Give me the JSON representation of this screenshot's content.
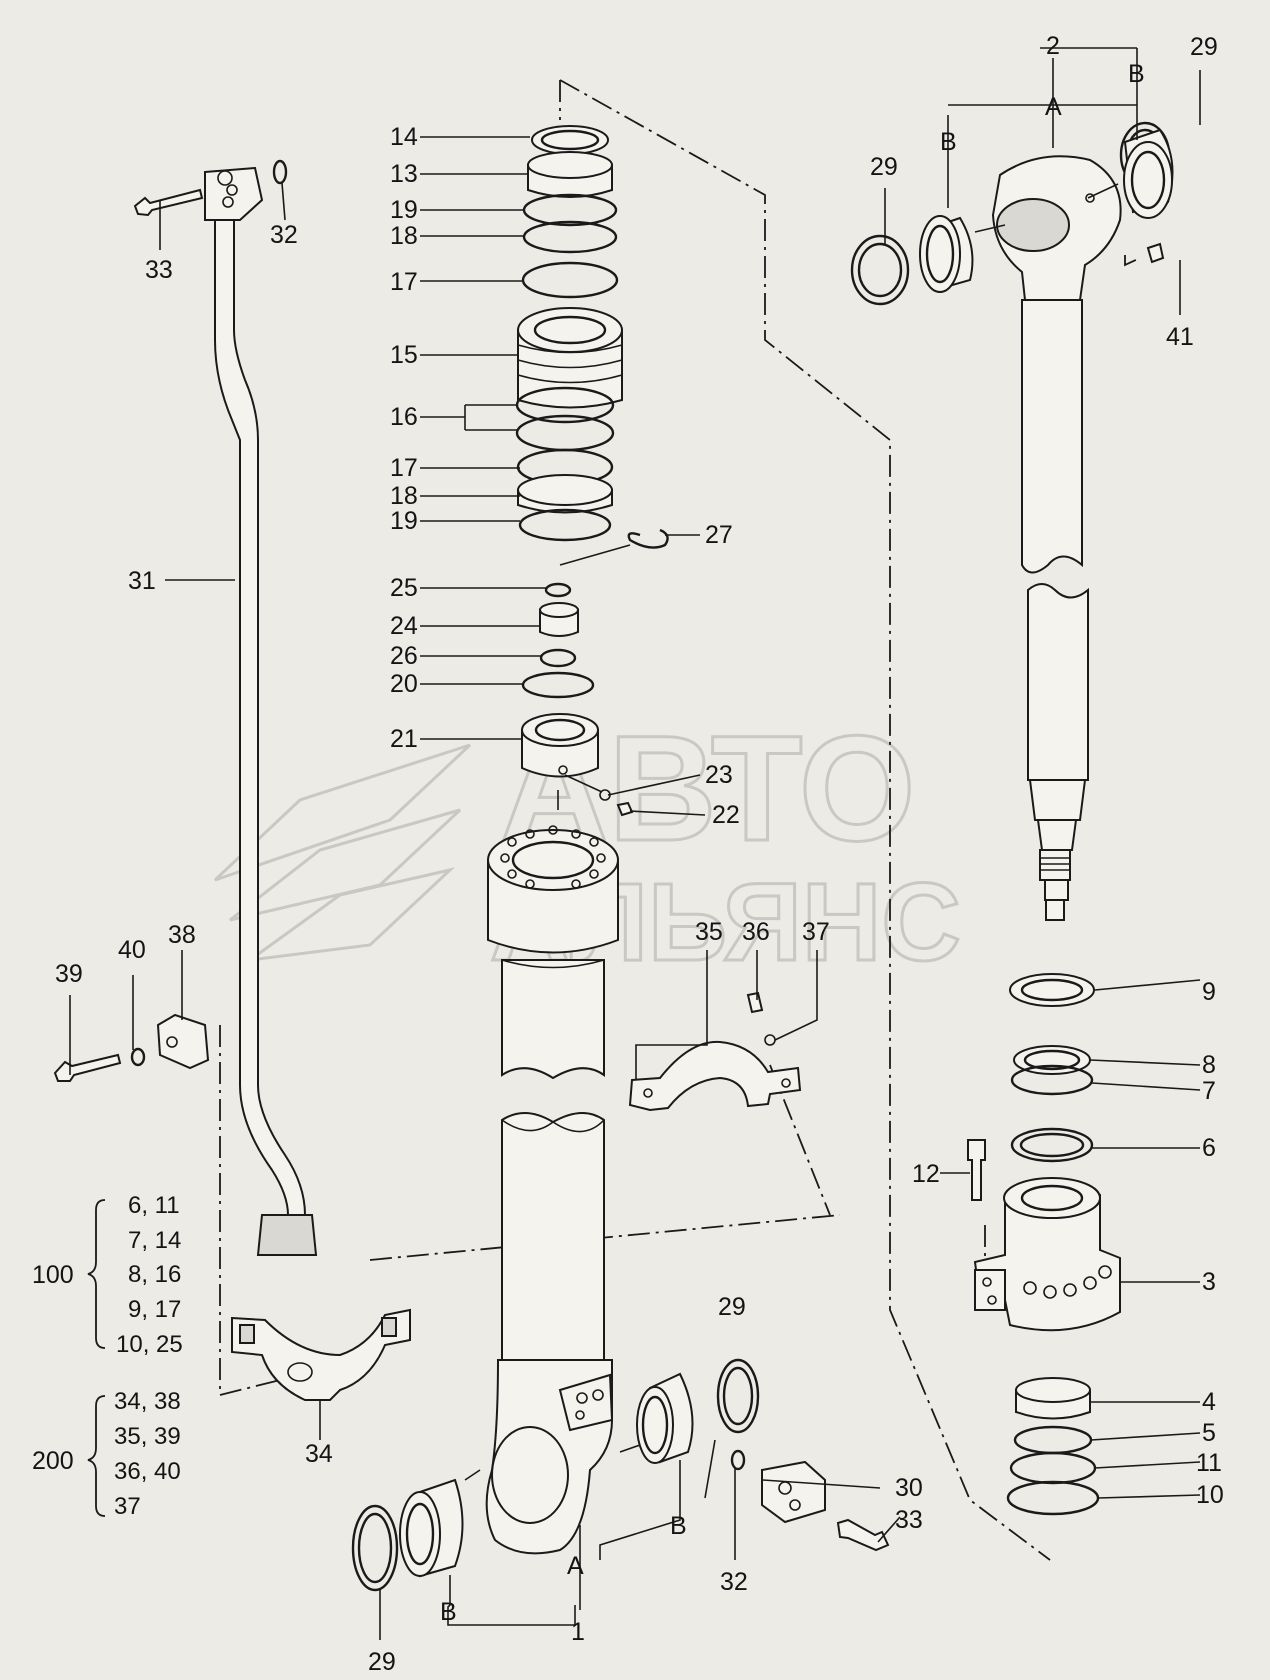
{
  "watermark": {
    "line1": "АВТО",
    "line2": "АЛЬЯНС"
  },
  "callouts": {
    "c1": "1",
    "c2": "2",
    "c3": "3",
    "c4": "4",
    "c5": "5",
    "c6": "6",
    "c7": "7",
    "c8": "8",
    "c9": "9",
    "c10": "10",
    "c11": "11",
    "c12": "12",
    "c13": "13",
    "c14": "14",
    "c15": "15",
    "c16": "16",
    "c17a": "17",
    "c17b": "17",
    "c18a": "18",
    "c18b": "18",
    "c19a": "19",
    "c19b": "19",
    "c20": "20",
    "c21": "21",
    "c22": "22",
    "c23": "23",
    "c24": "24",
    "c25": "25",
    "c26": "26",
    "c27": "27",
    "c29a": "29",
    "c29b": "29",
    "c29c": "29",
    "c29d": "29",
    "c30": "30",
    "c31": "31",
    "c32a": "32",
    "c32b": "32",
    "c33a": "33",
    "c33b": "33",
    "c34": "34",
    "c35": "35",
    "c36": "36",
    "c37": "37",
    "c38": "38",
    "c39": "39",
    "c40": "40",
    "c41": "41"
  },
  "markers": {
    "top_a": "A",
    "top_b_left": "B",
    "top_b_right": "B",
    "bot_a": "A",
    "bot_b_left": "B",
    "bot_b_right": "B"
  },
  "kits": {
    "kit100": {
      "id": "100",
      "rows": [
        "6, 11",
        "7, 14",
        "8, 16",
        "9, 17",
        "10, 25"
      ]
    },
    "kit200": {
      "id": "200",
      "rows": [
        "34, 38",
        "35, 39",
        "36, 40",
        "37"
      ]
    }
  }
}
